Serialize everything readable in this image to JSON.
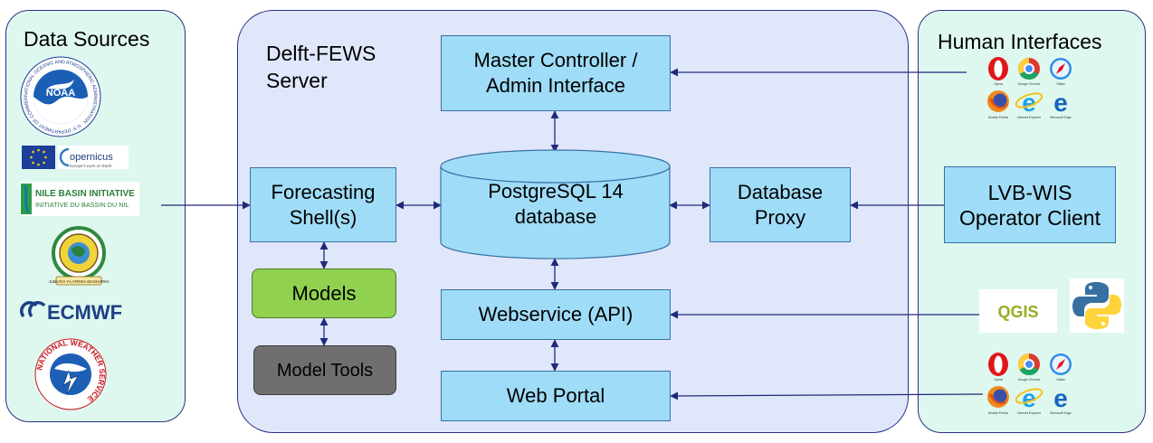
{
  "panels": {
    "data_sources": "Data Sources",
    "server": "Delft-FEWS\nServer",
    "human_interfaces": "Human Interfaces"
  },
  "nodes": {
    "master_controller": "Master Controller /\nAdmin Interface",
    "forecasting_shell": "Forecasting\nShell(s)",
    "database": "PostgreSQL 14\ndatabase",
    "database_proxy": "Database\nProxy",
    "models": "Models",
    "model_tools": "Model Tools",
    "webservice": "Webservice (API)",
    "web_portal": "Web Portal",
    "lvb_wis": "LVB-WIS\nOperator Client"
  },
  "logos": {
    "noaa": "NOAA",
    "noaa_ring": "NATIONAL OCEANIC AND ATMOSPHERIC ADMINISTRATION · U.S. DEPARTMENT OF COMMERCE",
    "copernicus": "opernicus",
    "copernicus_tag": "Europe's eyes on Earth",
    "nile_basin": "NILE BASIN INITIATIVE",
    "nile_basin_fr": "INITIATIVE DU BASSIN DU NIL",
    "eac_ribbon": "JUMUIYA YA AFRIKA MASHARIKI",
    "ecmwf": "ECMWF",
    "nws_ring": "NATIONAL WEATHER SERVICE",
    "qgis": "QGIS"
  },
  "browsers": {
    "opera": "Opera",
    "chrome": "Google Chrome",
    "safari": "Safari",
    "firefox": "Mozilla Firefox",
    "ie": "Internet Explorer",
    "edge": "Microsoft Edge"
  },
  "colors": {
    "server_panel": "#e0e7fa",
    "side_panels": "#dff8ef",
    "component_box": "#9fdcf7",
    "models_box": "#90d14f",
    "model_tools_box": "#6f6f6f",
    "connector": "#1f2a7a"
  }
}
